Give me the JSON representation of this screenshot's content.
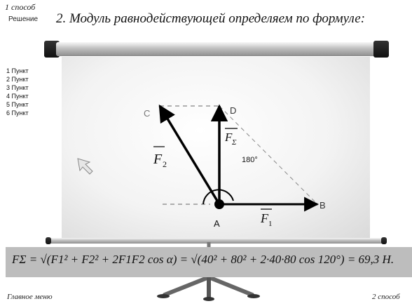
{
  "header": {
    "method_label": "1 способ",
    "solution_label": "Решение",
    "title": "2. Модуль равнодействующей определяем по формуле:"
  },
  "side_menu": {
    "items": [
      {
        "label": "1 Пункт"
      },
      {
        "label": "2 Пункт"
      },
      {
        "label": "3 Пункт"
      },
      {
        "label": "4 Пункт"
      },
      {
        "label": "5 Пункт"
      },
      {
        "label": "6 Пункт"
      }
    ]
  },
  "diagram": {
    "points": {
      "a": "A",
      "b": "B",
      "c": "C",
      "d": "D"
    },
    "f1": "F",
    "f1_sub": "1",
    "f2": "F",
    "f2_sub": "2",
    "fsum": "F",
    "fsum_sub": "Σ",
    "angle_label": "180°"
  },
  "formula": {
    "text": "FΣ = √(F1² + F2² + 2F1F2 cos α) = √(40² + 80² + 2·40·80 cos 120°) = 69,3 Н."
  },
  "footer": {
    "main_menu": "Главное меню",
    "method2": "2 способ"
  },
  "colors": {
    "formula_bar": "#bdbdbd",
    "screen": "#f3f3f3",
    "vector": "#000000"
  }
}
